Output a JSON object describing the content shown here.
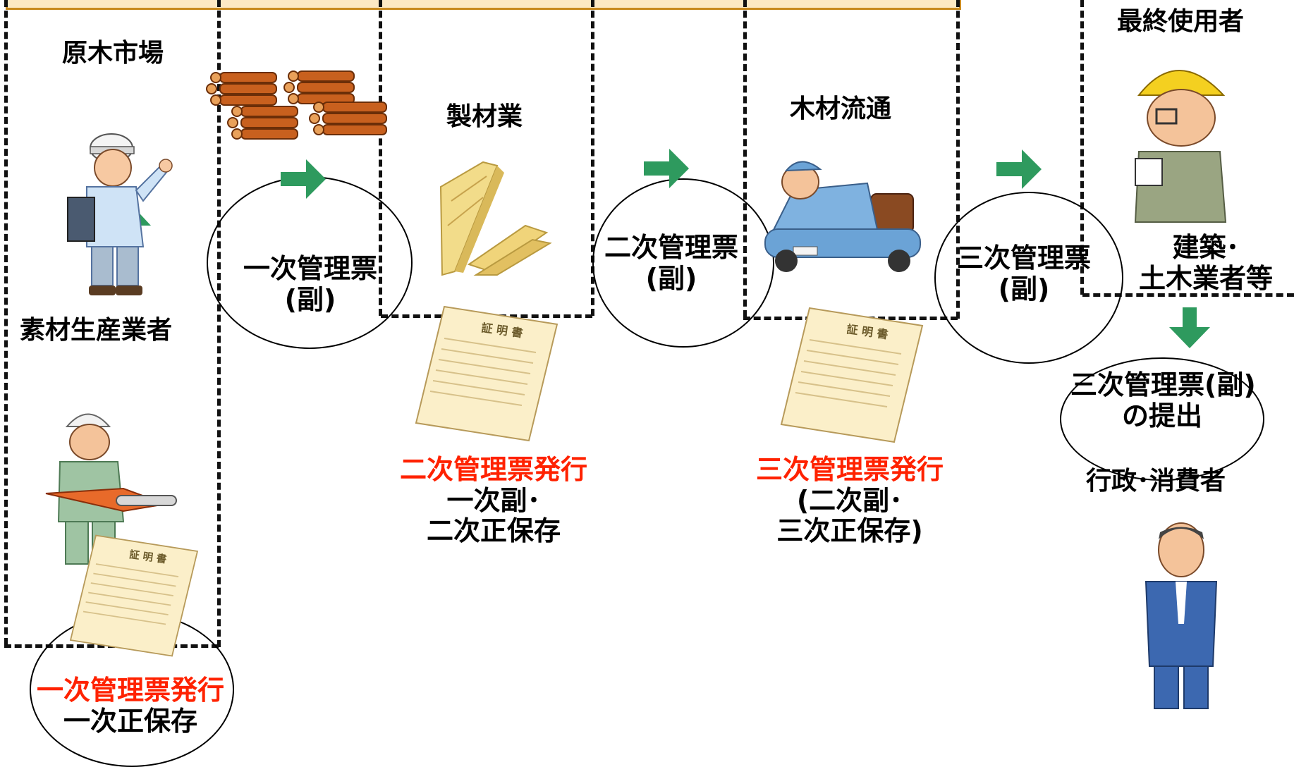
{
  "stages": {
    "log_market": "原木市場",
    "producer": "素材生産業者",
    "sawmill": "製材業",
    "distribution": "木材流通",
    "end_user": "最終使用者",
    "builder_line1": "建築･",
    "builder_line2": "土木業者等",
    "government": "行政･消費者"
  },
  "tickets": {
    "primary_line1": "一次管理票",
    "primary_line2": "(副)",
    "secondary_line1": "二次管理票",
    "secondary_line2": "(副)",
    "tertiary_line1": "三次管理票",
    "tertiary_line2": "(副)",
    "submission_line1": "三次管理票(副)",
    "submission_line2": "の提出"
  },
  "issuance": {
    "first_title": "一次管理票発行",
    "first_note": "一次正保存",
    "second_title": "二次管理票発行",
    "second_note1": "一次副･",
    "second_note2": "二次正保存",
    "third_title": "三次管理票発行",
    "third_note1": "(二次副･",
    "third_note2": "三次正保存)"
  },
  "certificate_text": "証 明 書",
  "colors": {
    "arrow": "#2e9a5e",
    "issuance_red": "#ff2200",
    "banner_fill": "#fde9c4",
    "banner_border": "#c98a20"
  }
}
